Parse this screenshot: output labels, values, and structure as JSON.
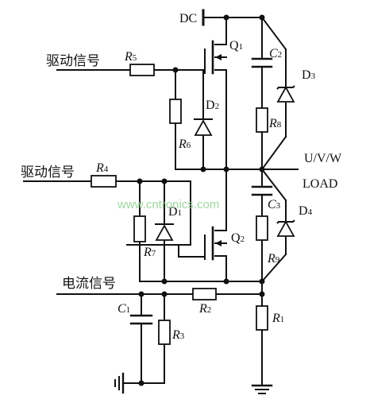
{
  "labels": {
    "dc": "DC",
    "drive_signal": "驱动信号",
    "current_signal": "电流信号",
    "uvw": "U/V/W",
    "load": "LOAD"
  },
  "components": {
    "r1": {
      "letter": "R",
      "num": "1"
    },
    "r2": {
      "letter": "R",
      "num": "2"
    },
    "r3": {
      "letter": "R",
      "num": "3"
    },
    "r4": {
      "letter": "R",
      "num": "4"
    },
    "r5": {
      "letter": "R",
      "num": "5"
    },
    "r6": {
      "letter": "R",
      "num": "6"
    },
    "r7": {
      "letter": "R",
      "num": "7"
    },
    "r8": {
      "letter": "R",
      "num": "8"
    },
    "r9": {
      "letter": "R",
      "num": "9"
    },
    "c1": {
      "letter": "C",
      "num": "1"
    },
    "c2": {
      "letter": "C",
      "num": "2"
    },
    "c3": {
      "letter": "C",
      "num": "3"
    },
    "d1": {
      "letter": "D",
      "num": "1"
    },
    "d2": {
      "letter": "D",
      "num": "2"
    },
    "d3": {
      "letter": "D",
      "num": "3"
    },
    "d4": {
      "letter": "D",
      "num": "4"
    },
    "q1": {
      "letter": "Q",
      "num": "1"
    },
    "q2": {
      "letter": "Q",
      "num": "2"
    }
  },
  "watermark": "www.cntronics.com",
  "colors": {
    "line": "#111111",
    "background": "#ffffff",
    "watermark": "#9fd89f"
  }
}
